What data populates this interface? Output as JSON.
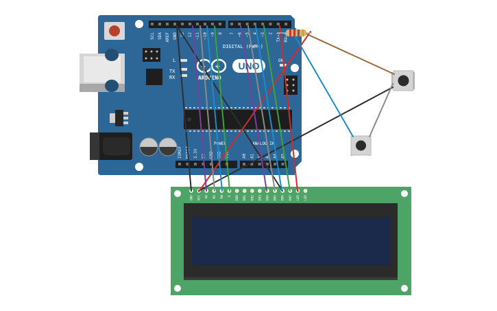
{
  "arduino": {
    "brand_label": "ARDUINO",
    "model_label": "UNO",
    "digital_label": "DIGITAL (PWM~)",
    "analog_label": "ANALOG IN",
    "power_label": "POWER",
    "tx_label": "TX",
    "rx_label": "RX",
    "led_l_label": "L",
    "on_label": "ON",
    "reset_label": "RESET",
    "header_top_labels": [
      "SCL",
      "SDA",
      "AREF",
      "GND",
      "13",
      "12",
      "~11",
      "~10",
      "~9",
      "8",
      "7",
      "~6",
      "~5",
      "4",
      "~3",
      "2",
      "TX→1",
      "RX←0"
    ],
    "header_bottom_labels": [
      "IOREF",
      "RESET",
      "3.3V",
      "5V",
      "GND",
      "GND",
      "Vin",
      "A0",
      "A1",
      "A2",
      "A3",
      "A4",
      "A5"
    ]
  },
  "lcd": {
    "pin_labels": [
      "GND",
      "VCC",
      "VO",
      "RS",
      "RW",
      "E",
      "DB0",
      "DB1",
      "DB2",
      "DB3",
      "DB4",
      "DB5",
      "DB6",
      "DB7",
      "LED",
      "LED"
    ]
  },
  "colors": {
    "board": "#2d6797",
    "lcd_pcb": "#4da466",
    "lcd_screen": "#1b2a4a",
    "wire_red": "#d42a2a",
    "wire_black": "#2f2f2f",
    "wire_purple": "#7a3fa0",
    "wire_gray": "#8a8a8a",
    "wire_blue": "#1a8ccc",
    "wire_green": "#3aa33a",
    "wire_brown": "#9a6a3a"
  },
  "components": {
    "resistor": "resistor",
    "button_1": "pushbutton",
    "button_2": "pushbutton"
  }
}
